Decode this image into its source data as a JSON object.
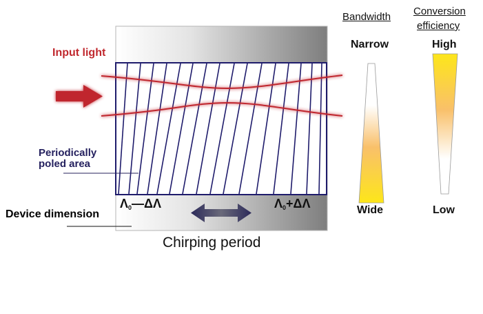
{
  "labels": {
    "input_light": "Input light",
    "periodically_poled_line1": "Periodically",
    "periodically_poled_line2": "poled area",
    "device_dimension": "Device dimension",
    "chirping_period": "Chirping period",
    "lambda_left_base": "Λ",
    "lambda_left_sub": "0",
    "lambda_left_rest": "—ΔΛ",
    "lambda_right_base": "Λ",
    "lambda_right_sub": "0",
    "lambda_right_rest": "+ΔΛ"
  },
  "bandwidth": {
    "heading": "Bandwidth",
    "top_label": "Narrow",
    "bottom_label": "Wide"
  },
  "conversion_efficiency": {
    "heading_line1": "Conversion",
    "heading_line2": "efficiency",
    "top_label": "High",
    "bottom_label": "Low"
  },
  "colors": {
    "beam": "#c0282e",
    "grating": "#1e1b6b",
    "label_navy": "#24205e",
    "gradient_yellow": "#fde61a",
    "gradient_orange": "#f9c06a"
  },
  "icons": {
    "input_arrow": "right-arrow-icon",
    "chirp_arrow": "double-arrow-icon"
  }
}
